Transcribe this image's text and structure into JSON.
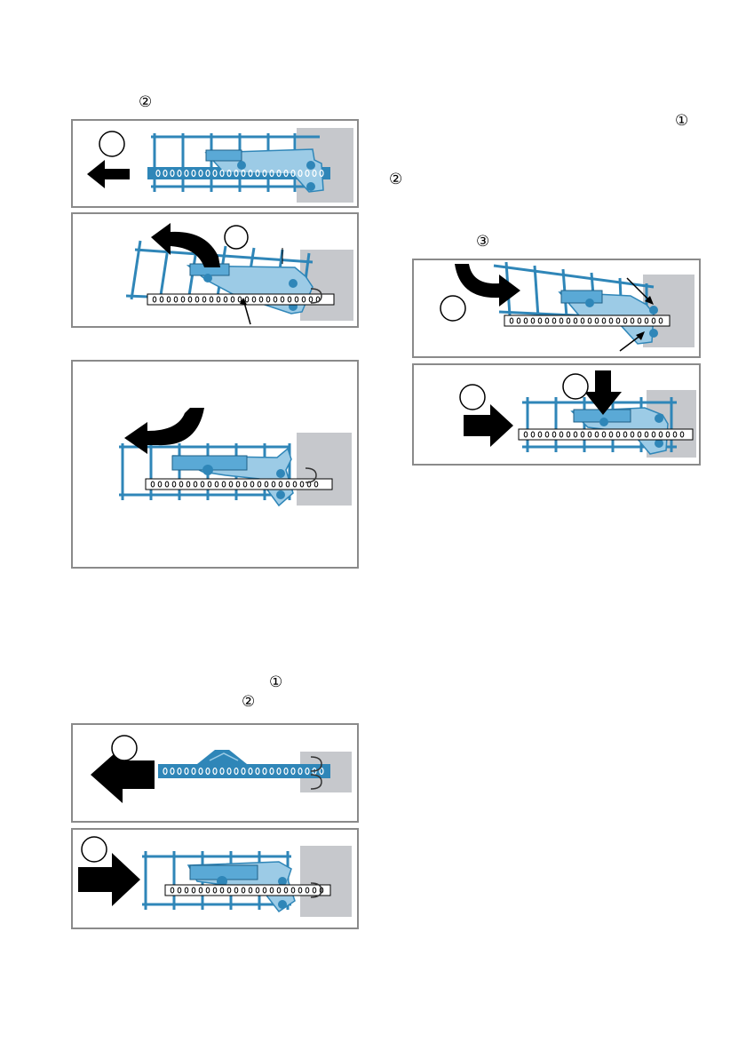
{
  "markers": {
    "left_top_step": "②",
    "right_step_1": "①",
    "right_step_2": "②",
    "right_step_3": "③",
    "left_bottom_step_1": "①",
    "left_bottom_step_2": "②"
  },
  "colors": {
    "rack_blue": "#2f86b8",
    "slider_light": "#9ccbe6",
    "slider_dark": "#5aa9d6",
    "wall_gray": "#c6c8cc",
    "arrow": "#000000",
    "frame": "#8a8a8a"
  },
  "icons": [
    "arrow-left-icon",
    "arrow-curved-icon",
    "arrow-right-icon",
    "arrow-down-icon",
    "callout-circle-icon"
  ]
}
